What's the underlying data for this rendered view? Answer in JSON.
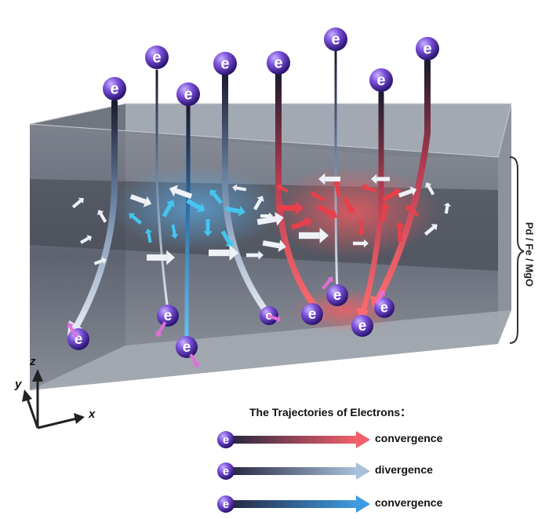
{
  "electron_symbol": "e",
  "axes": {
    "x": "x",
    "y": "y",
    "z": "z"
  },
  "layer_label": "Pd / Fe / MgO",
  "legend": {
    "title": "The Trajectories of Electrons：",
    "items": [
      {
        "label": "convergence",
        "color_start": "#2a2a4a",
        "color_end": "#e8505a"
      },
      {
        "label": "divergence",
        "color_start": "#2a2a4a",
        "color_end": "#9fb8d6"
      },
      {
        "label": "convergence",
        "color_start": "#2a2a4a",
        "color_end": "#3d9be0"
      }
    ]
  },
  "colors": {
    "electron": "#6a3fc8",
    "red_trajectory": "#e8505a",
    "blue_trajectory": "#3d9be0",
    "gray_trajectory": "#c8d0dc",
    "spin_cyan": "#45c6ee",
    "spin_red": "#e8404a",
    "spin_pink": "#e070d8"
  }
}
